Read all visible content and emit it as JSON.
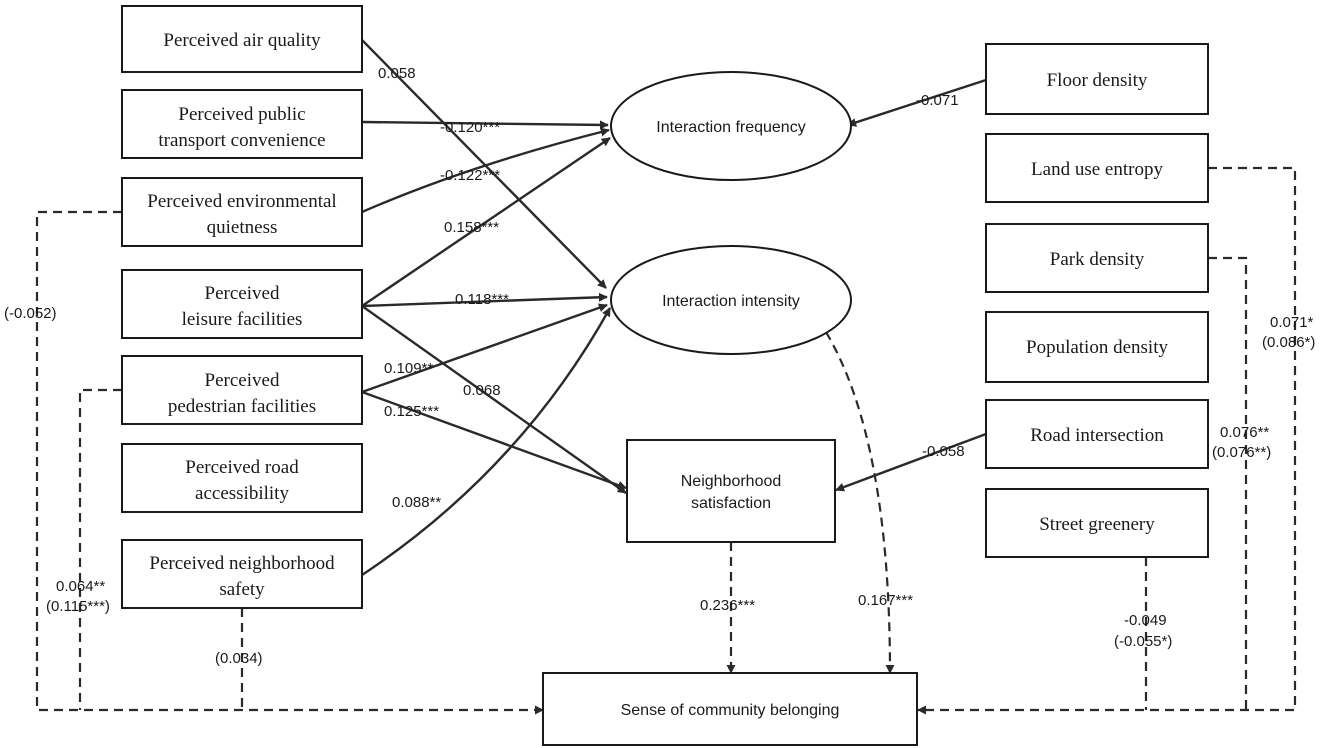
{
  "nodes": {
    "air_quality": "Perceived air quality",
    "transport_1": "Perceived public",
    "transport_2": "transport convenience",
    "quiet_1": "Perceived environmental",
    "quiet_2": "quietness",
    "leisure_1": "Perceived",
    "leisure_2": "leisure facilities",
    "pedestrian_1": "Perceived",
    "pedestrian_2": "pedestrian facilities",
    "road_access_1": "Perceived road",
    "road_access_2": "accessibility",
    "safety_1": "Perceived neighborhood",
    "safety_2": "safety",
    "floor_density": "Floor density",
    "land_use": "Land use entropy",
    "park_density": "Park density",
    "population_density": "Population density",
    "road_intersection": "Road intersection",
    "street_greenery": "Street greenery",
    "interaction_frequency": "Interaction frequency",
    "interaction_intensity": "Interaction intensity",
    "satisfaction_1": "Neighborhood",
    "satisfaction_2": "satisfaction",
    "belonging": "Sense of community belonging"
  },
  "coefficients": {
    "air_intensity": "0.058",
    "transport_frequency": "-0.120***",
    "quiet_frequency": "-0.122***",
    "leisure_frequency": "0.158***",
    "leisure_intensity": "0.118***",
    "pedestrian_intensity": "0.109**",
    "leisure_satisfaction": "0.068",
    "pedestrian_satisfaction": "0.125***",
    "safety_intensity": "0.088**",
    "quiet_belonging": "(-0.052)",
    "pedestrian_belonging_1": "0.064**",
    "pedestrian_belonging_2": "(0.115***)",
    "safety_belonging": "(0.034)",
    "satisfaction_belonging": "0.236***",
    "intensity_belonging": "0.167***",
    "floor_frequency": "-0.071",
    "road_satisfaction": "-0.058",
    "land_use_belonging_1": "0.071*",
    "land_use_belonging_2": "(0.086*)",
    "park_belonging_1": "0.076**",
    "park_belonging_2": "(0.076**)",
    "greenery_belonging_1": "-0.049",
    "greenery_belonging_2": "(-0.055*)"
  },
  "colors": {
    "stroke": "#1a1a1a",
    "background": "#ffffff"
  }
}
